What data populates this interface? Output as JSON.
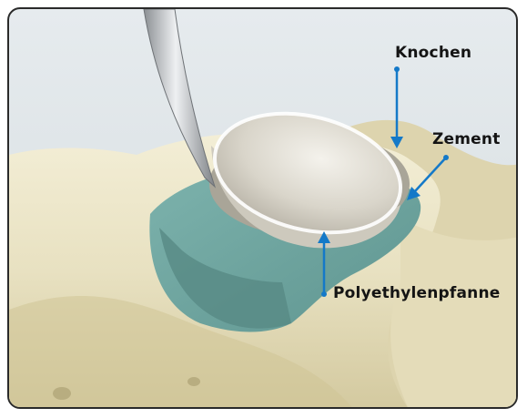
{
  "labels": {
    "knochen": "Knochen",
    "zement": "Zement",
    "polyethylen": "Polyethylenpfanne"
  },
  "colors": {
    "arrow": "#1479c8",
    "bone": "#e9e3c6",
    "cement": "#6fa6a1",
    "cup": "#e2ded4",
    "background": "#dfe5e8"
  },
  "icons": {
    "instrument": "surgical-probe",
    "pointer": "arrow"
  }
}
